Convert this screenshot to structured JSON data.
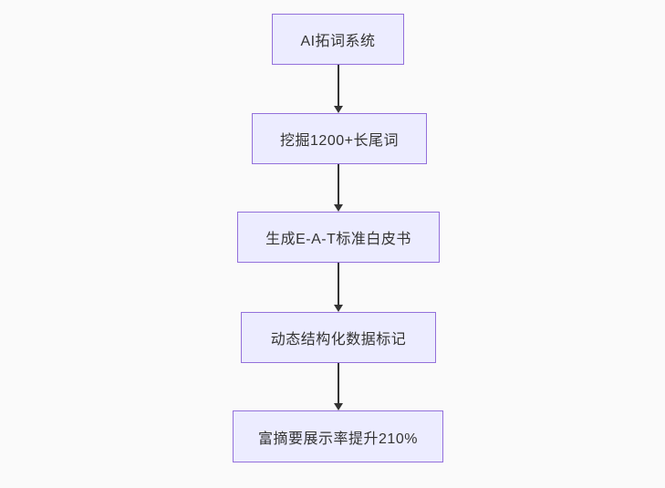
{
  "diagram": {
    "type": "flowchart",
    "direction": "top-down",
    "nodes": [
      {
        "label": "AI拓词系统"
      },
      {
        "label": "挖掘1200+长尾词"
      },
      {
        "label": "生成E-A-T标准白皮书"
      },
      {
        "label": "动态结构化数据标记"
      },
      {
        "label": "富摘要展示率提升210%"
      }
    ],
    "edges": [
      {
        "from": 0,
        "to": 1
      },
      {
        "from": 1,
        "to": 2
      },
      {
        "from": 2,
        "to": 3
      },
      {
        "from": 3,
        "to": 4
      }
    ],
    "colors": {
      "background": "#fafafa",
      "node_fill": "#ececff",
      "node_border": "#9370db",
      "arrow": "#333333",
      "text": "#333333"
    }
  }
}
